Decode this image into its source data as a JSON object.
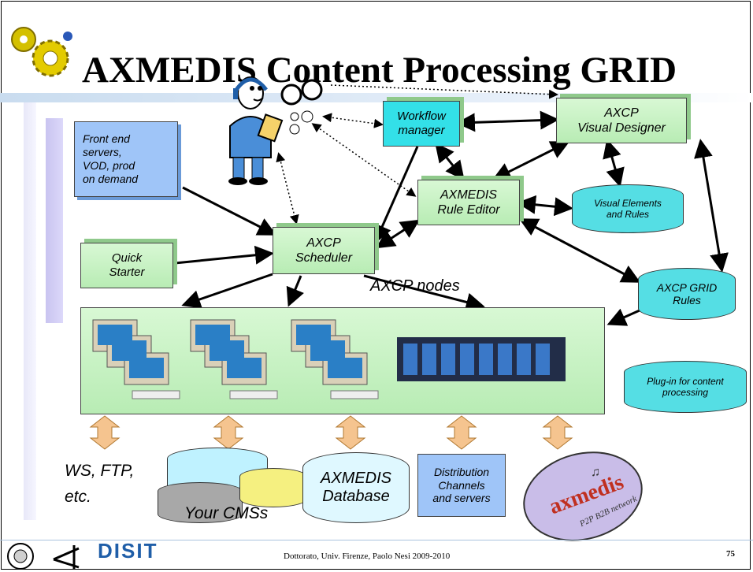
{
  "title": "AXMEDIS Content Processing GRID",
  "boxes": {
    "workflow_manager": [
      "Workflow",
      "manager"
    ],
    "visual_designer": [
      "AXCP",
      "Visual Designer"
    ],
    "front_end": [
      "Front end",
      "servers,",
      "VOD, prod",
      "on demand"
    ],
    "rule_editor": [
      "AXMEDIS",
      "Rule Editor"
    ],
    "visual_elements": [
      "Visual Elements",
      "and Rules"
    ],
    "quick_starter": [
      "Quick",
      "Starter"
    ],
    "scheduler": [
      "AXCP",
      "Scheduler"
    ],
    "grid_rules": [
      "AXCP GRID",
      "Rules"
    ],
    "plugin": [
      "Plug-in for content",
      "processing"
    ],
    "distribution": [
      "Distribution",
      "Channels",
      "and servers"
    ]
  },
  "labels": {
    "axcp_nodes": "AXCP nodes",
    "ws_ftp": [
      "WS, FTP,",
      "etc."
    ],
    "your_cms": "Your CMSs",
    "axmedis_db": [
      "AXMEDIS",
      "Database"
    ],
    "axmedis_logo": "axmedis",
    "p2p": "P2P B2B network",
    "disit": "DISIT"
  },
  "footer": {
    "text": "Dottorato, Univ. Firenze, Paolo Nesi 2009-2010",
    "page": "75"
  },
  "colors": {
    "green": "#c8f4c4",
    "blue": "#9fc5f8",
    "cyan": "#33e0e8",
    "arrow": "#f5c48f"
  }
}
